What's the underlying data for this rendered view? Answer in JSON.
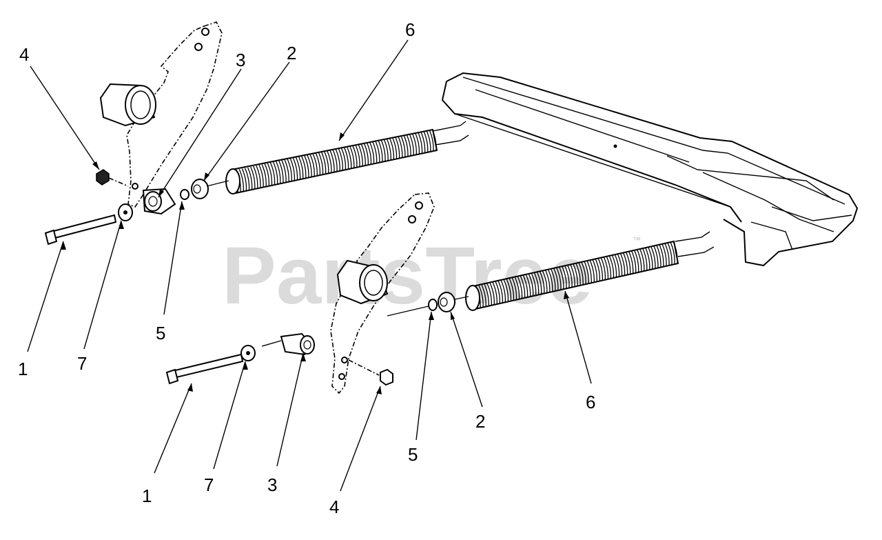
{
  "watermark": "PartsTree",
  "watermark_mark": "™",
  "callouts": {
    "top_4": "4",
    "top_3": "3",
    "top_2": "2",
    "top_6": "6",
    "top_1": "1",
    "top_7": "7",
    "top_5": "5",
    "bot_6": "6",
    "bot_2": "2",
    "bot_5": "5",
    "bot_1": "1",
    "bot_7": "7",
    "bot_3": "3",
    "bot_4": "4"
  }
}
